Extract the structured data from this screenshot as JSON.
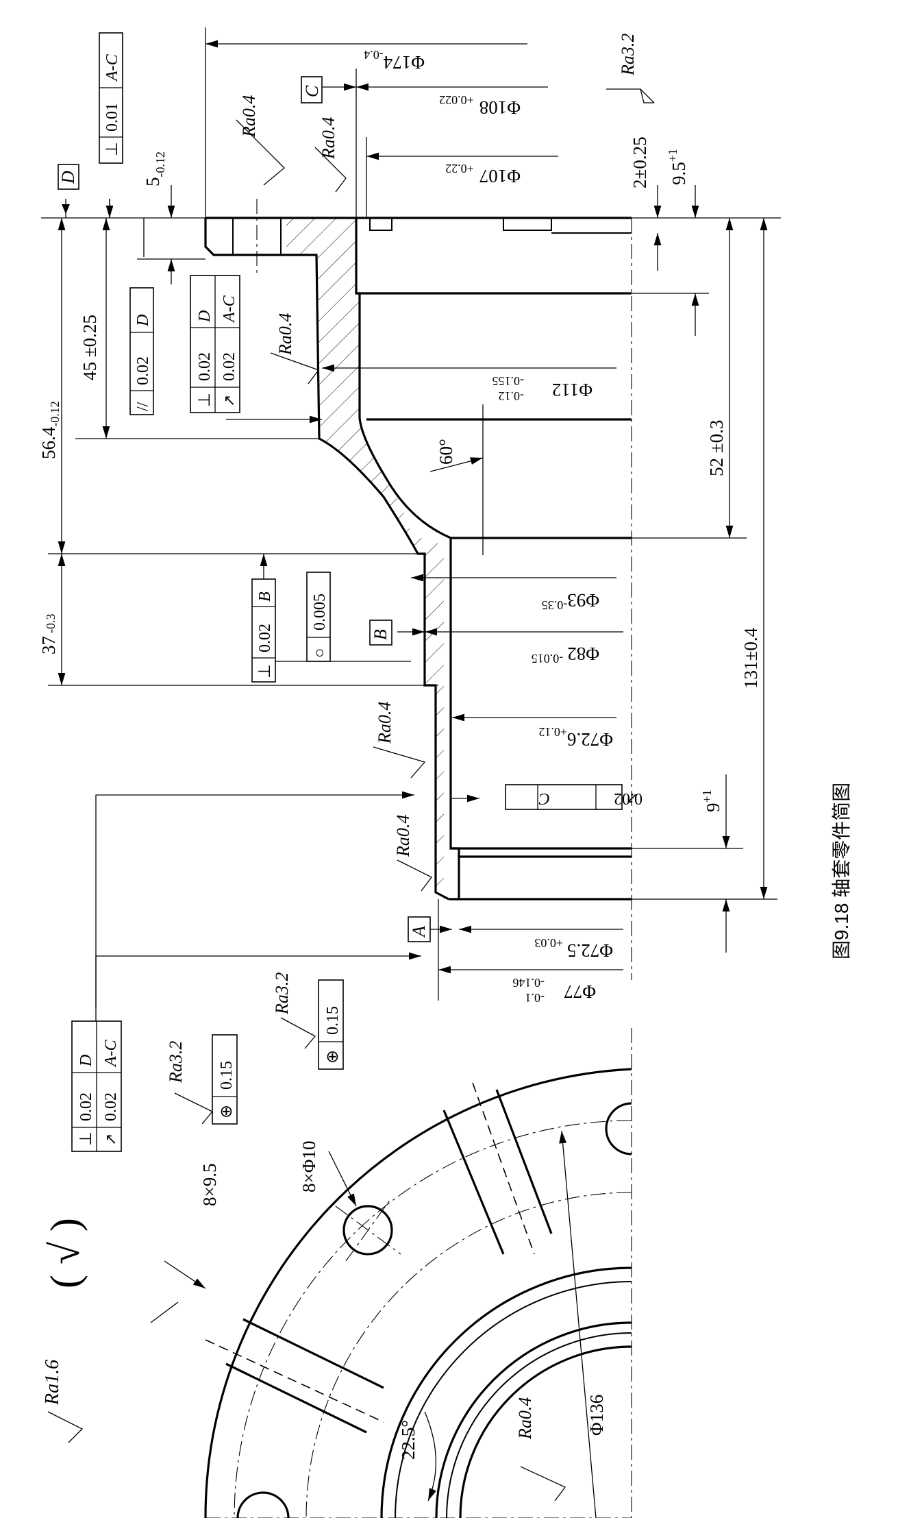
{
  "figure": {
    "caption": "图9.18 轴套零件简图"
  },
  "surface_finish": {
    "general": "Ra1.6",
    "general_paren": "( √ )",
    "ra04": "Ra0.4",
    "ra32": "Ra3.2"
  },
  "dimensions": {
    "d174": "Φ174",
    "d174_tol": "-0.4",
    "d108": "Φ108",
    "d108_tol": "+0.022",
    "d107": "Φ107",
    "d107_tol": "+0.22",
    "d112": "Φ112",
    "d112_tol_up": "-0.12",
    "d112_tol_lo": "-0.155",
    "d93": "Φ93",
    "d93_tol": "-0.35",
    "d82": "Φ82",
    "d82_tol": "-0.015",
    "d72_6": "Φ72.6",
    "d72_6_tol": "+0.12",
    "d72_5": "Φ72.5",
    "d72_5_tol": "+0.03",
    "d77": "Φ77",
    "d77_tol_up": "-0.1",
    "d77_tol_lo": "-0.146",
    "l5": "5",
    "l5_tol": "-0.12",
    "l2": "2±0.25",
    "l9_5": "9.5",
    "l9_5_tol": "+1",
    "l56_4": "56.4",
    "l56_4_tol": "-0.12",
    "l45": "45 ±0.25",
    "l37": "37",
    "l37_tol": "-0.3",
    "l52": "52 ±0.3",
    "l131": "131±0.4",
    "l9": "9",
    "l9_tol": "+1",
    "angle60": "60°",
    "angle22_5": "22.5°",
    "holes": "8×Φ10",
    "slots": "8×9.5",
    "d136": "Φ136"
  },
  "datums": {
    "A": "A",
    "B": "B",
    "C": "C",
    "D": "D"
  },
  "tolerance_frames": {
    "perp_top": {
      "sym": "⊥",
      "val": "0.01",
      "ref": "A-C"
    },
    "parallel": {
      "sym": "//",
      "val": "0.02",
      "ref": "D"
    },
    "combo_mid": {
      "row1": {
        "sym": "⊥",
        "val": "0.02",
        "ref": "D"
      },
      "row2": {
        "sym": "↗",
        "val": "0.02",
        "ref": "A-C"
      }
    },
    "circularity": {
      "sym": "○",
      "val": "0.005"
    },
    "perp_b": {
      "sym": "⊥",
      "val": "0.02",
      "ref": "B"
    },
    "runout_c": {
      "sym": "↗",
      "val": "0.02",
      "ref": "C"
    },
    "combo_bottom": {
      "row1": {
        "sym": "⊥",
        "val": "0.02",
        "ref": "D"
      },
      "row2": {
        "sym": "↗",
        "val": "0.02",
        "ref": "A-C"
      }
    },
    "pos_slots": {
      "sym": "⊕",
      "val": "0.15"
    },
    "pos_holes": {
      "sym": "⊕",
      "val": "0.15"
    }
  }
}
